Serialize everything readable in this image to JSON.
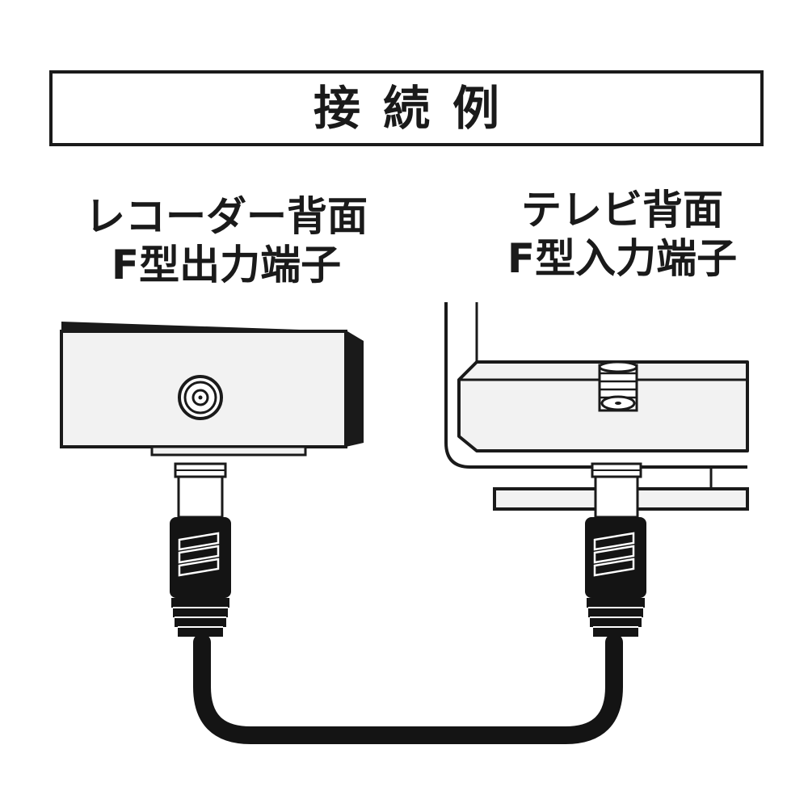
{
  "title": "接続例",
  "recorder_label": {
    "line1": "レコーダー背面",
    "line2": "F型出力端子"
  },
  "tv_label": {
    "line1": "テレビ背面",
    "line2": "F型入力端子"
  },
  "colors": {
    "ink": "#1a1a1a",
    "panel": "#f2f2f2",
    "cable": "#141414"
  }
}
